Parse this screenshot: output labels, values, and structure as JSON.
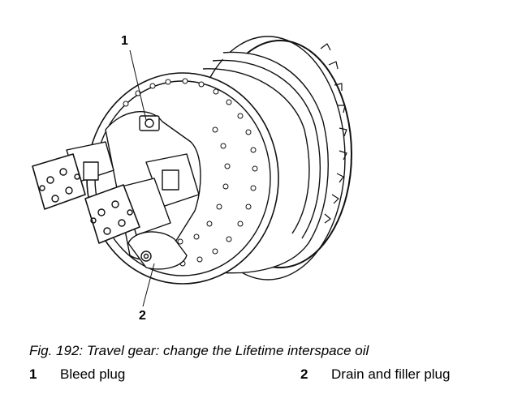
{
  "figure": {
    "callouts": [
      "1",
      "2"
    ],
    "caption": "Fig. 192: Travel gear: change the Lifetime interspace oil"
  },
  "legend": [
    {
      "number": "1",
      "label": "Bleed plug"
    },
    {
      "number": "2",
      "label": "Drain and filler plug"
    }
  ]
}
